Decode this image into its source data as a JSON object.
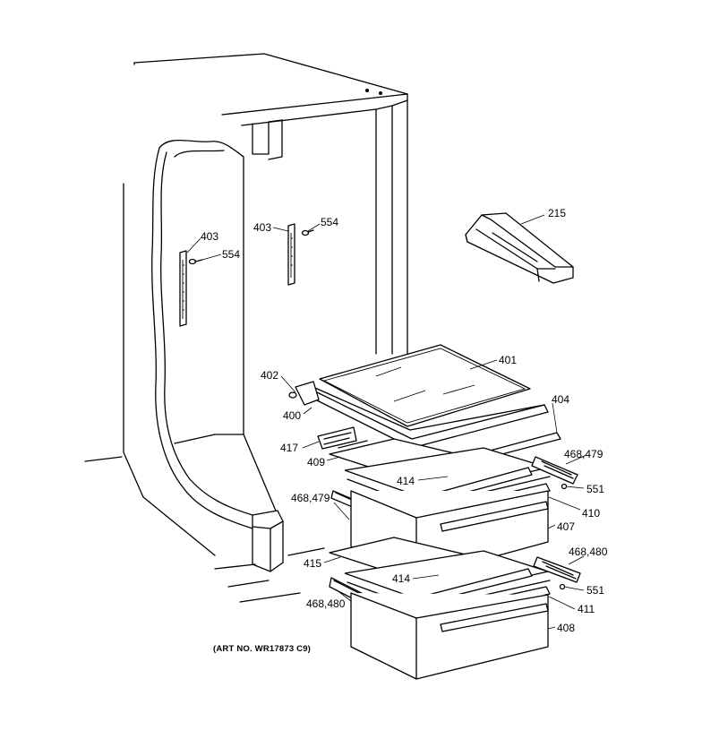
{
  "caption": "(ART NO. WR17873 C9)",
  "callouts": {
    "c215": "215",
    "c403_left": "403",
    "c554_left": "554",
    "c403_right": "403",
    "c554_right": "554",
    "c401": "401",
    "c402": "402",
    "c400": "400",
    "c404": "404",
    "c417": "417",
    "c409": "409",
    "c468_479_right": "468,479",
    "c414_upper": "414",
    "c551_upper": "551",
    "c468_479_left": "468,479",
    "c410": "410",
    "c407": "407",
    "c468_480_right": "468,480",
    "c415": "415",
    "c414_lower": "414",
    "c551_lower": "551",
    "c468_480_left": "468,480",
    "c411": "411",
    "c408": "408"
  }
}
